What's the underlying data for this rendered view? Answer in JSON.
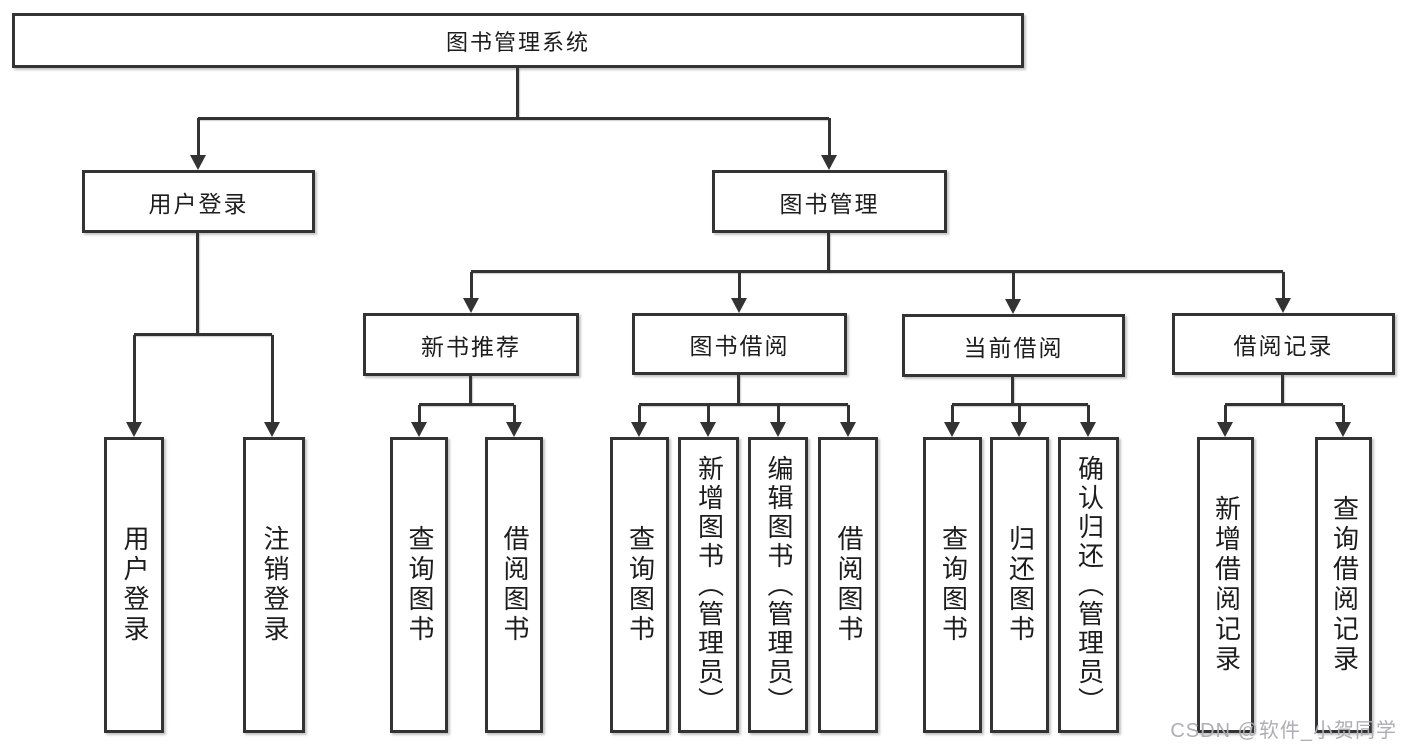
{
  "colors": {
    "line": "#333333",
    "watermark": "#aeaeb4"
  },
  "watermark": {
    "text": "CSDN @软件_小贺同学"
  },
  "tree": {
    "label": "图书管理系统",
    "children": [
      {
        "label": "用户登录",
        "children": [
          {
            "label": "用户登录"
          },
          {
            "label": "注销登录"
          }
        ]
      },
      {
        "label": "图书管理",
        "children": [
          {
            "label": "新书推荐",
            "children": [
              {
                "label": "查询图书"
              },
              {
                "label": "借阅图书"
              }
            ]
          },
          {
            "label": "图书借阅",
            "children": [
              {
                "label": "查询图书"
              },
              {
                "label": "新增图书（管理员）"
              },
              {
                "label": "编辑图书（管理员）"
              },
              {
                "label": "借阅图书"
              }
            ]
          },
          {
            "label": "当前借阅",
            "children": [
              {
                "label": "查询图书"
              },
              {
                "label": "归还图书"
              },
              {
                "label": "确认归还（管理员）"
              }
            ]
          },
          {
            "label": "借阅记录",
            "children": [
              {
                "label": "新增借阅记录"
              },
              {
                "label": "查询借阅记录"
              }
            ]
          }
        ]
      }
    ]
  }
}
